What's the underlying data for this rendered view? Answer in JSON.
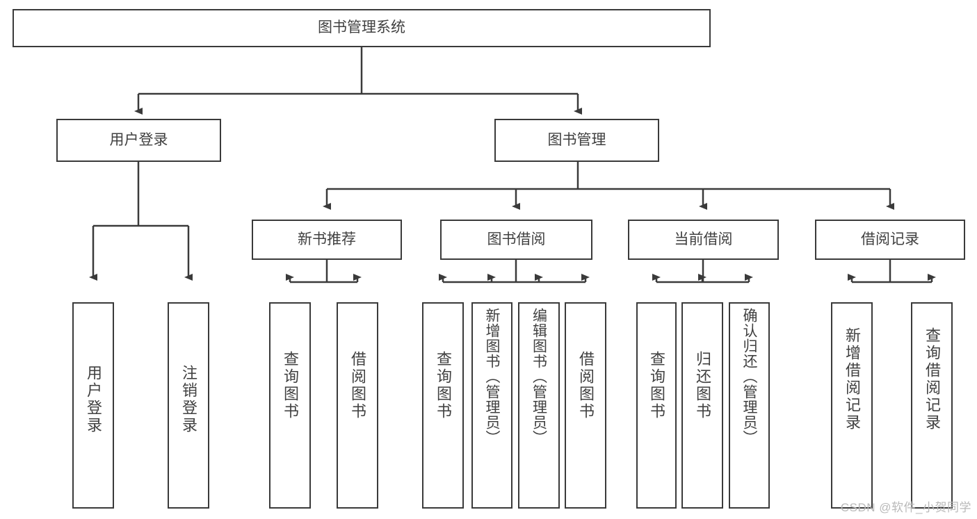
{
  "diagram": {
    "type": "hierarchy-tree",
    "title": "图书管理系统",
    "orientation": "top-down",
    "levels": 4,
    "nodes": {
      "root": {
        "label": "图书管理系统"
      },
      "level2": [
        {
          "label": "用户登录"
        },
        {
          "label": "图书管理"
        }
      ],
      "level3": [
        {
          "label": "新书推荐"
        },
        {
          "label": "图书借阅"
        },
        {
          "label": "当前借阅"
        },
        {
          "label": "借阅记录"
        }
      ],
      "leaves_user_login": [
        {
          "label": "用户登录"
        },
        {
          "label": "注销登录"
        }
      ],
      "leaves_new_book": [
        {
          "label": "查询图书"
        },
        {
          "label": "借阅图书"
        }
      ],
      "leaves_borrow": [
        {
          "label": "查询图书"
        },
        {
          "label": "新增图书（管理员）"
        },
        {
          "label": "编辑图书（管理员）"
        },
        {
          "label": "借阅图书"
        }
      ],
      "leaves_current": [
        {
          "label": "查询图书"
        },
        {
          "label": "归还图书"
        },
        {
          "label": "确认归还（管理员）"
        }
      ],
      "leaves_record": [
        {
          "label": "新增借阅记录"
        },
        {
          "label": "查询借阅记录"
        }
      ]
    },
    "colors": {
      "box_border": "#3a3a3a",
      "box_fill": "#ffffff",
      "edge": "#3a3a3a",
      "text": "#404040",
      "watermark": "#b9b9b9"
    }
  },
  "watermark": {
    "text": "CSDN @软件_小贺同学"
  }
}
